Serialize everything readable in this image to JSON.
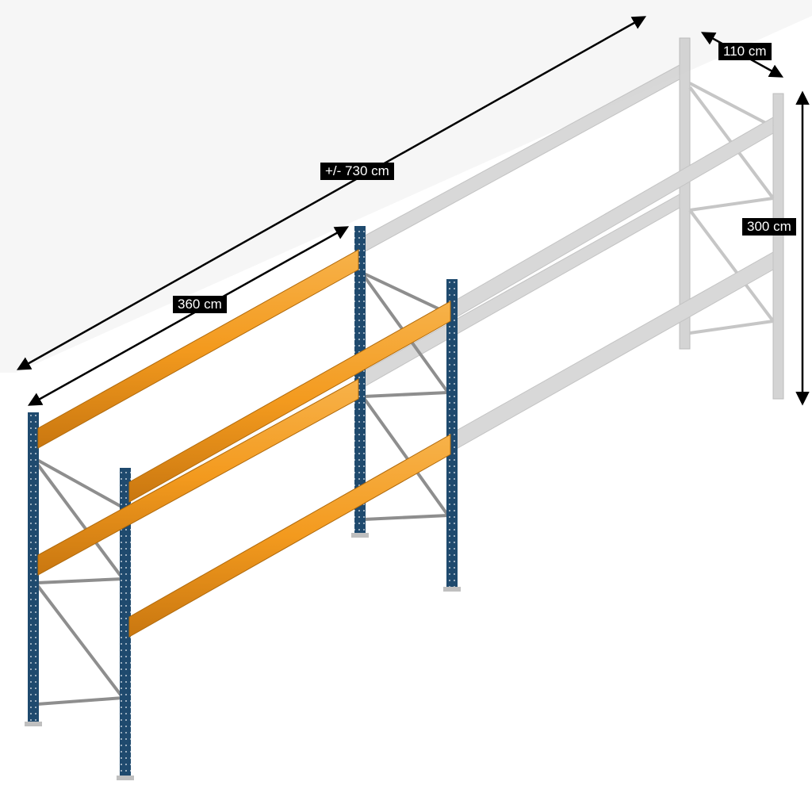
{
  "dimensions": {
    "total_length": "+/- 730 cm",
    "bay_length": "360 cm",
    "depth": "110 cm",
    "height": "300 cm"
  },
  "colors": {
    "upright": "#1f4a6e",
    "beam": "#f39a1e",
    "brace": "#8e8e8e",
    "ghost": "#c8c8c8",
    "label_bg": "#000000",
    "label_text": "#ffffff"
  }
}
